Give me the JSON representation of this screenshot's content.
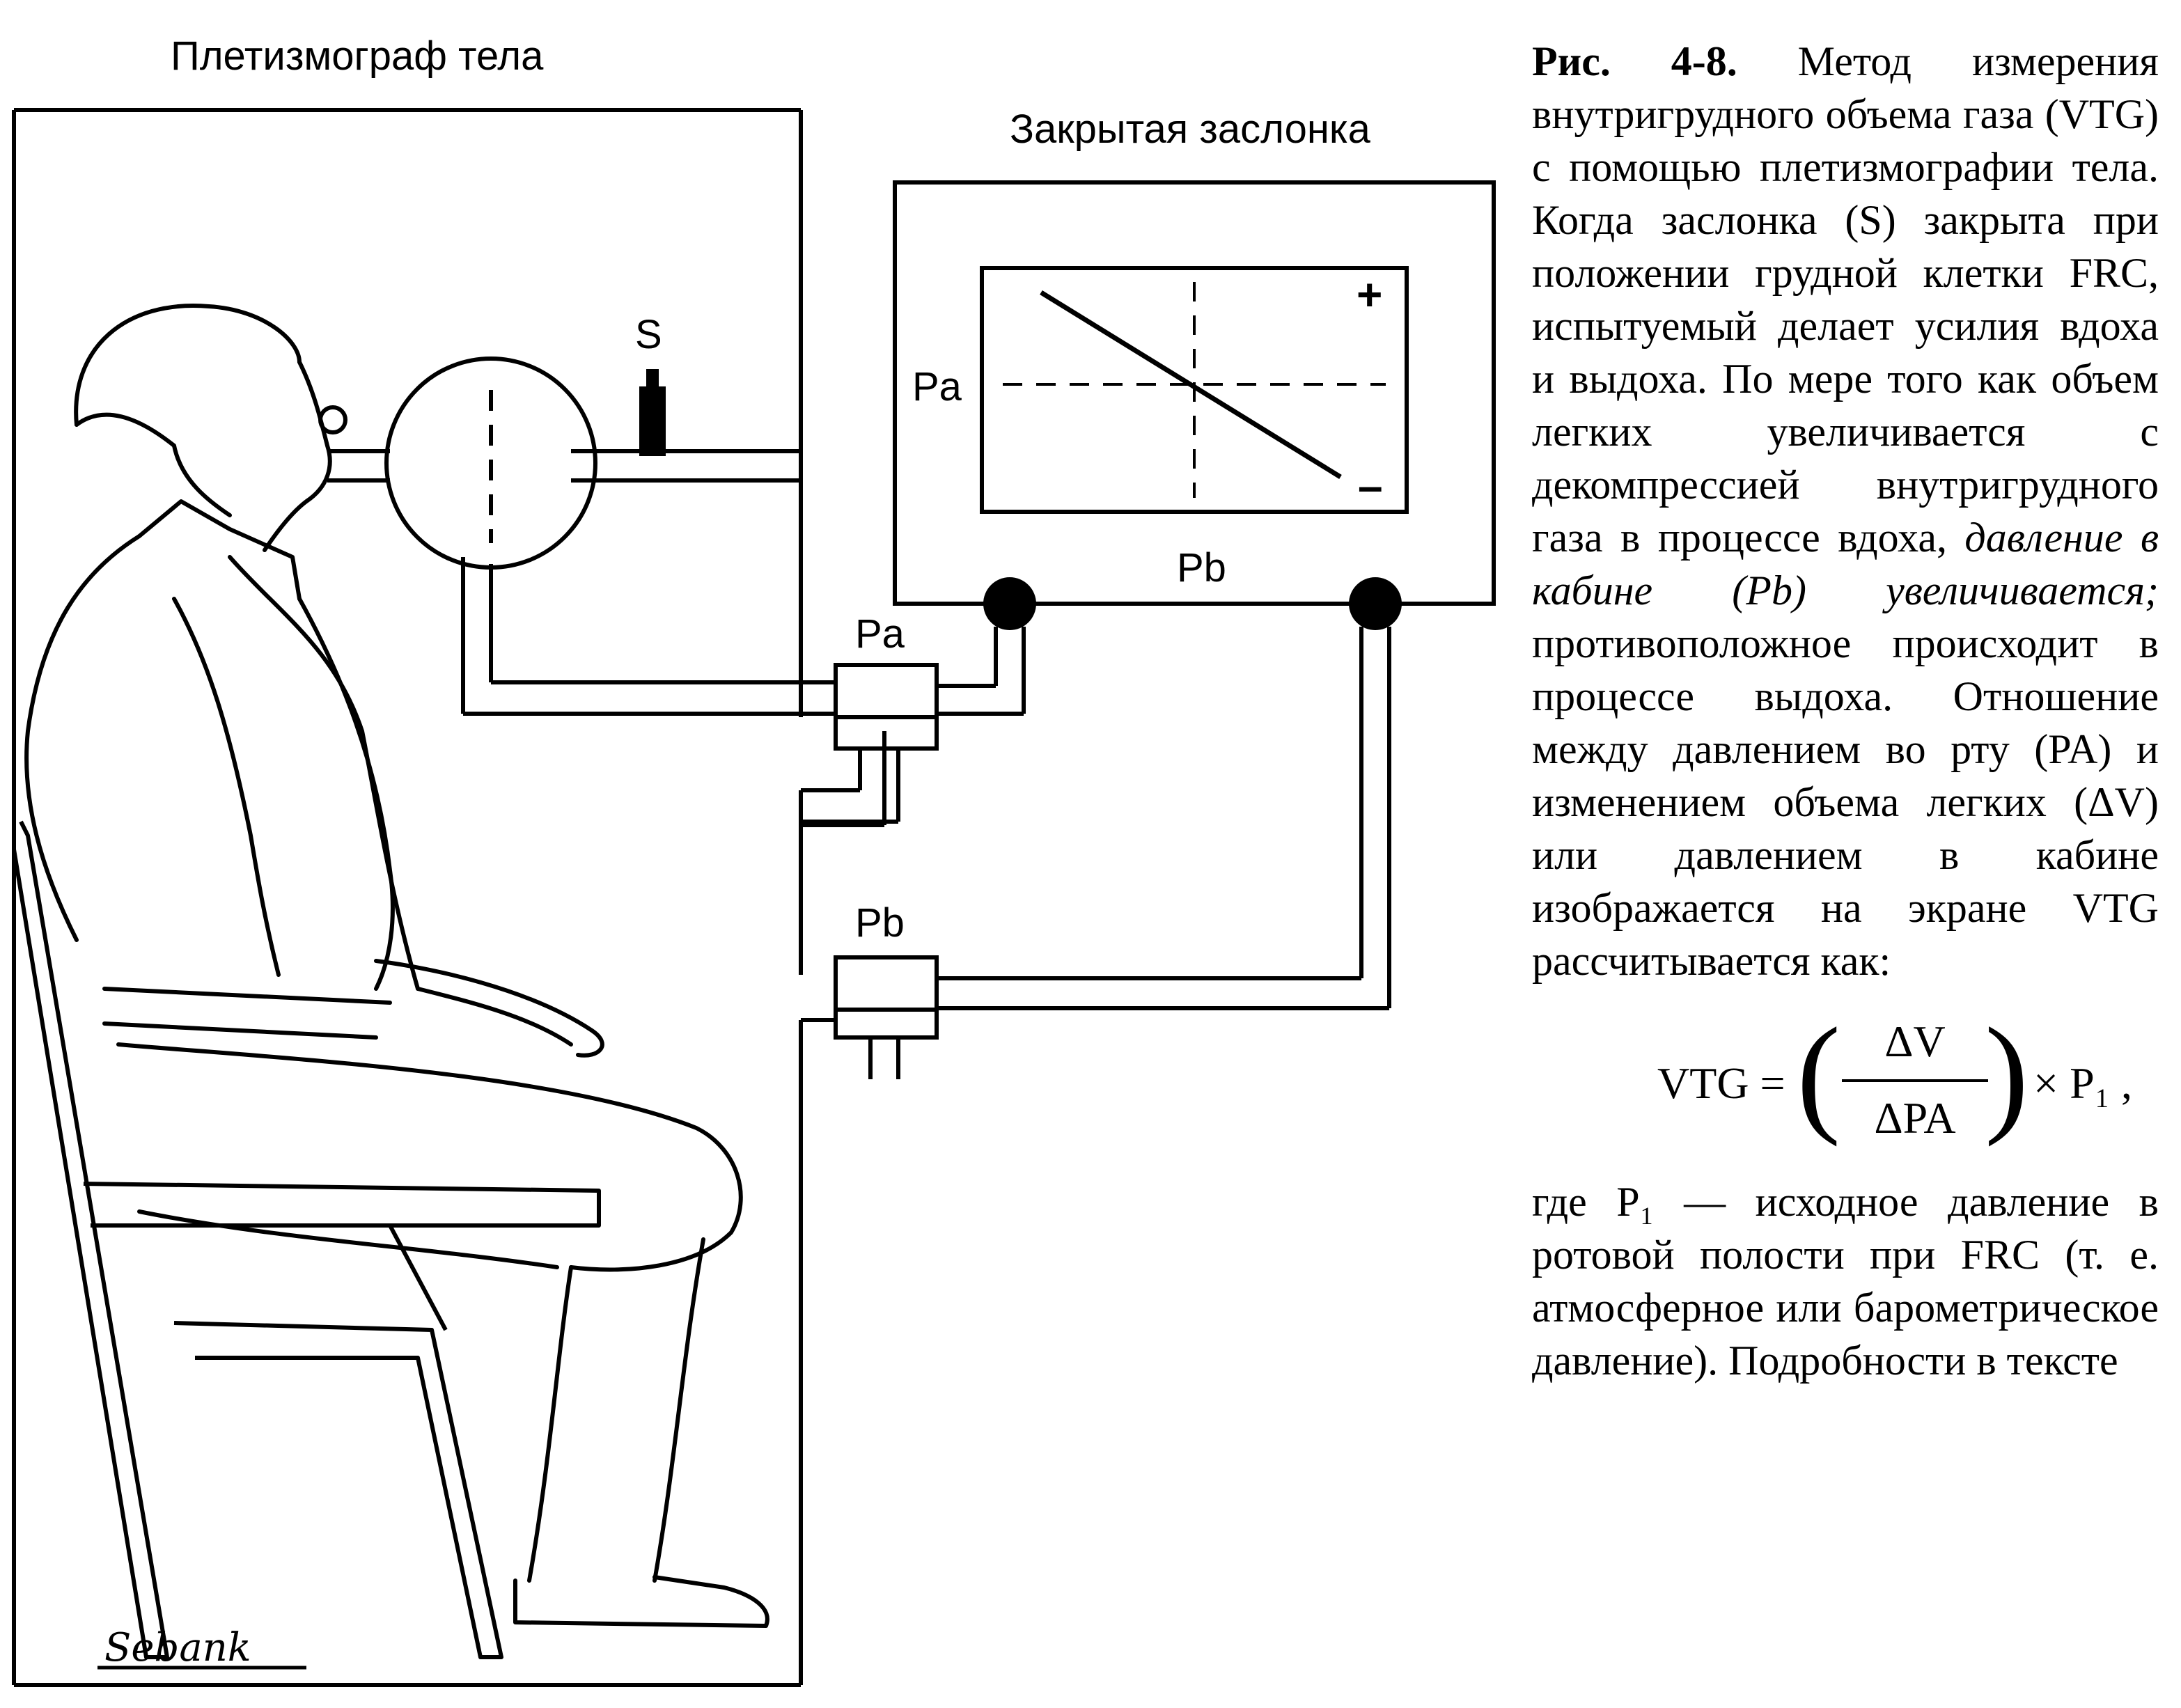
{
  "diagram": {
    "title_plethysmograph": "Плетизмограф тела",
    "title_shutter": "Закрытая заслонка",
    "label_shutter": "S",
    "label_pa_screen": "Pa",
    "label_pb_screen": "Pb",
    "label_plus": "+",
    "label_minus": "–",
    "label_pa_sensor": "Pa",
    "label_pb_sensor": "Pb",
    "signature": "Sebank"
  },
  "caption": {
    "fig_label": "Рис. 4-8.",
    "part1": "Метод измерения внутригрудного объема газа (VTG) с помощью плетизмографии тела. Когда заслонка (S) закрыта при положении грудной клетки FRC, испытуемый делает усилия вдоха и выдоха. По мере того как объем легких увеличивается с декомпрессией внутригрудного газа в процессе вдоха,",
    "italic_part": "давление в кабине (Pb) увеличивается;",
    "part2": "противоположное происходит в процессе выдоха. Отношение между давлением во рту (PA) и изменением объема легких (ΔV) или давлением в кабине изображается на экране VTG рассчитывается как:",
    "formula_lhs": "VTG =",
    "formula_num": "ΔV",
    "formula_den": "ΔPA",
    "formula_rhs": "× P₁ ,",
    "paren_left": "(",
    "paren_right": ")",
    "footnote": "где P₁ — исходное давление в ротовой полости при FRC (т. е. атмосферное или барометрическое давление). Подробности в тексте"
  }
}
